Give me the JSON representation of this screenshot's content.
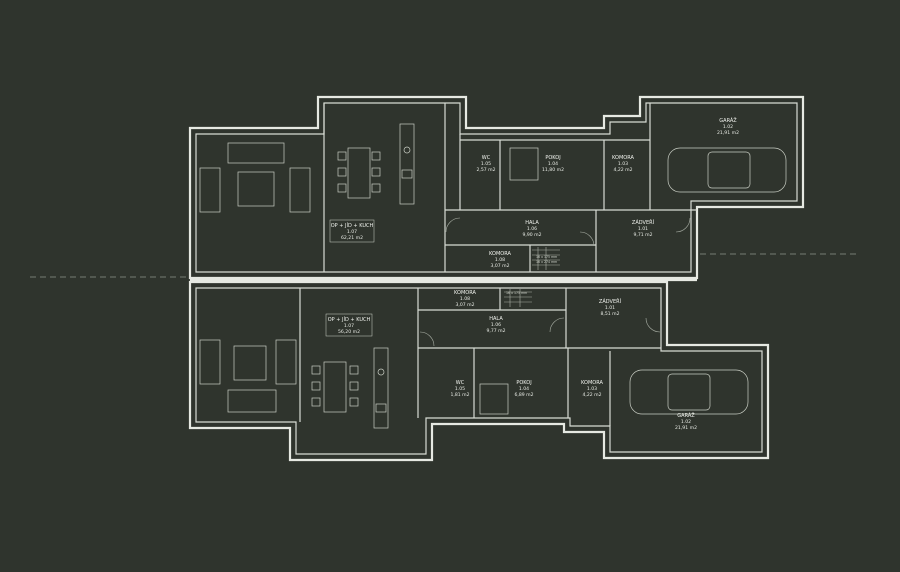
{
  "colors": {
    "background": "#2f342d",
    "line": "#d8dcd4"
  },
  "rooms_top": {
    "kitchen": {
      "name": "OP + JÍD + KUCH",
      "num": "1.07",
      "area": "62,21 m2"
    },
    "wc": {
      "name": "WC",
      "num": "1.05",
      "area": "2,57 m2"
    },
    "pokoj": {
      "name": "POKOJ",
      "num": "1.04",
      "area": "11,80 m2"
    },
    "komora_small": {
      "name": "KOMORA",
      "num": "1.03",
      "area": "4,22 m2"
    },
    "garaz": {
      "name": "GARÁŽ",
      "num": "1.02",
      "area": "21,91 m2"
    },
    "hala": {
      "name": "HALA",
      "num": "1.06",
      "area": "9,90 m2"
    },
    "zadveri": {
      "name": "ZÁDVEŘÍ",
      "num": "1.01",
      "area": "9,71 m2"
    },
    "komora": {
      "name": "KOMORA",
      "num": "1.08",
      "area": "3,07 m2"
    }
  },
  "rooms_bottom": {
    "kitchen": {
      "name": "OP + JÍD + KUCH",
      "num": "1.07",
      "area": "56,20 m2"
    },
    "komora": {
      "name": "KOMORA",
      "num": "1.08",
      "area": "3,07 m2"
    },
    "hala": {
      "name": "HALA",
      "num": "1.06",
      "area": "9,77 m2"
    },
    "zadveri": {
      "name": "ZÁDVEŘÍ",
      "num": "1.01",
      "area": "8,51 m2"
    },
    "wc": {
      "name": "WC",
      "num": "1.05",
      "area": "1,81 m2"
    },
    "pokoj": {
      "name": "POKOJ",
      "num": "1.04",
      "area": "6,89 m2"
    },
    "komora_small": {
      "name": "KOMORA",
      "num": "1.03",
      "area": "4,22 m2"
    },
    "garaz": {
      "name": "GARÁŽ",
      "num": "1.02",
      "area": "21,91 m2"
    }
  },
  "stair_notes": {
    "top_1": "16 x 175 mm",
    "top_2": "16 x 274 mm",
    "bottom": "16 x 175 mm"
  }
}
